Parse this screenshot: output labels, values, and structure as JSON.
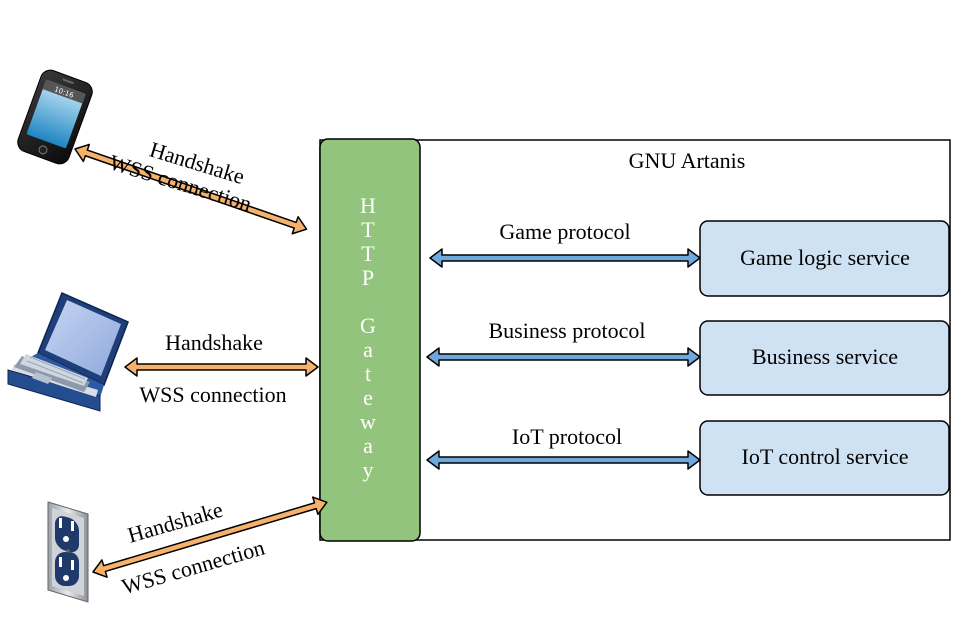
{
  "container": {
    "title": "GNU Artanis"
  },
  "gateway": {
    "label": "HTTP Gateway"
  },
  "clients": [
    {
      "icon": "smartphone-icon",
      "label_top": "Handshake",
      "label_bottom": "WSS connection"
    },
    {
      "icon": "laptop-icon",
      "label_top": "Handshake",
      "label_bottom": "WSS connection"
    },
    {
      "icon": "power-outlet-icon",
      "label_top": "Handshake",
      "label_bottom": "WSS connection"
    }
  ],
  "services": [
    {
      "name": "Game logic service",
      "protocol": "Game protocol"
    },
    {
      "name": "Business service",
      "protocol": "Business protocol"
    },
    {
      "name": "IoT control service",
      "protocol": "IoT protocol"
    }
  ],
  "colors": {
    "gateway_fill": "#93c47d",
    "service_fill": "#cfe2f3",
    "client_arrow": "#f6b26b",
    "service_arrow": "#6fa8dc"
  }
}
